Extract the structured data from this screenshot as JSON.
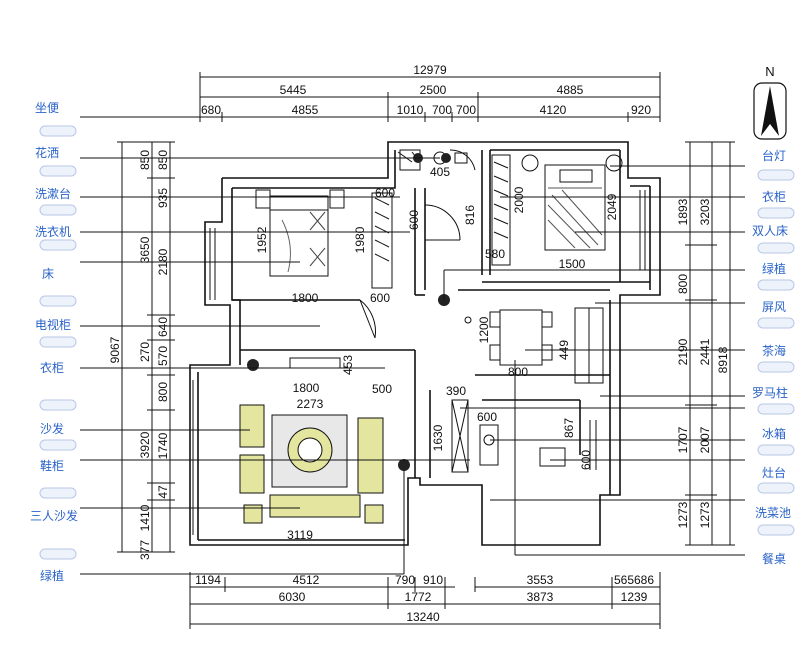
{
  "north": "N",
  "dims_top": {
    "total": "12979",
    "row2": [
      "5445",
      "2500",
      "4885"
    ],
    "row3": [
      "680",
      "4855",
      "1010",
      "700",
      "700",
      "4120",
      "920"
    ]
  },
  "dims_bottom": {
    "total": "13240",
    "row1": [
      "1194",
      "4512",
      "790",
      "910",
      "3553",
      "565686"
    ],
    "row2": [
      "6030",
      "1772",
      "3873",
      "1239"
    ]
  },
  "dims_left": {
    "outer": "9067",
    "col1": [
      "3650",
      "270",
      "3920",
      "1410",
      "377"
    ],
    "col2": [
      "850",
      "935",
      "2180",
      "640",
      "570",
      "800",
      "1740",
      "47"
    ],
    "col3": [
      "850"
    ]
  },
  "dims_right": {
    "outer": "8918",
    "col1": [
      "1893",
      "800",
      "2190",
      "1707",
      "1273"
    ],
    "col2": [
      "3203",
      "2441",
      "2007",
      "1273"
    ]
  },
  "inner_dims": [
    "405",
    "600",
    "816",
    "600",
    "1952",
    "1980",
    "2000",
    "2049",
    "580",
    "1500",
    "1800",
    "600",
    "1200",
    "449",
    "800",
    "453",
    "1800",
    "500",
    "2273",
    "390",
    "600",
    "867",
    "1630",
    "600",
    "3119"
  ],
  "labels_left": [
    "坐便",
    "花洒",
    "洗漱台",
    "洗衣机",
    "床",
    "电视柜",
    "衣柜",
    "沙发",
    "鞋柜",
    "三人沙发",
    "绿植"
  ],
  "labels_right": [
    "台灯",
    "衣柜",
    "双人床",
    "绿植",
    "屏风",
    "茶海",
    "罗马柱",
    "冰箱",
    "灶台",
    "洗菜池",
    "餐桌"
  ],
  "colors": {
    "label": "#2a63c9",
    "line": "#111111",
    "furniture": "#e4e6a0"
  }
}
